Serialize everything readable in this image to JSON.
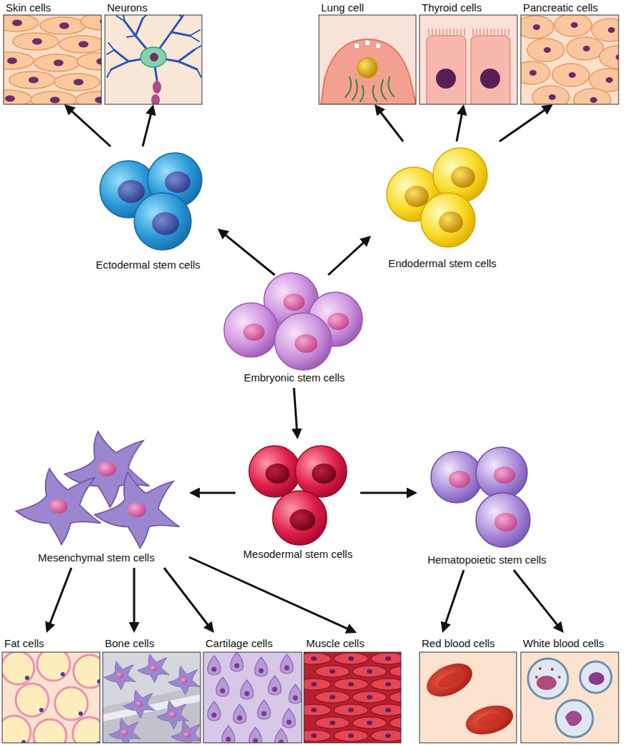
{
  "diagram": {
    "nodes": [
      {
        "text": [
          "Skin cells"
        ]
      },
      {
        "text": [
          "Neurons"
        ]
      },
      {
        "text": [
          "Lung cell"
        ]
      },
      {
        "text": [
          "Thyroid cells"
        ]
      },
      {
        "text": [
          "Pancreatic cells"
        ]
      },
      {
        "text": [
          "Ectodermal stem cells"
        ]
      },
      {
        "text": [
          "Endodermal stem cells"
        ]
      },
      {
        "text": [
          "Embryonic stem cells"
        ]
      },
      {
        "text": [
          "Mesenchymal stem cells"
        ]
      },
      {
        "text": [
          "Mesodermal stem cells"
        ]
      },
      {
        "text": [
          "Hematopoietic stem cells"
        ]
      },
      {
        "text": [
          "Fat cells"
        ]
      },
      {
        "text": [
          "Bone cells"
        ]
      },
      {
        "text": [
          "Cartilage cells"
        ]
      },
      {
        "text": [
          "Muscle cells"
        ]
      },
      {
        "text": [
          "Red blood cells"
        ]
      },
      {
        "text": [
          "White blood cells"
        ]
      }
    ],
    "edges": [
      {
        "from": 7,
        "to": 5,
        "arrow": "to"
      },
      {
        "from": 7,
        "to": 6,
        "arrow": "to"
      },
      {
        "from": 5,
        "to": 0,
        "arrow": "to"
      },
      {
        "from": 5,
        "to": 1,
        "arrow": "to"
      },
      {
        "from": 6,
        "to": 2,
        "arrow": "to"
      },
      {
        "from": 6,
        "to": 3,
        "arrow": "to"
      },
      {
        "from": 6,
        "to": 4,
        "arrow": "to"
      },
      {
        "from": 7,
        "to": 9,
        "arrow": "to"
      },
      {
        "from": 9,
        "to": 8,
        "arrow": "to"
      },
      {
        "from": 9,
        "to": 10,
        "arrow": "to"
      },
      {
        "from": 8,
        "to": 11,
        "arrow": "to"
      },
      {
        "from": 8,
        "to": 12,
        "arrow": "to"
      },
      {
        "from": 8,
        "to": 13,
        "arrow": "to"
      },
      {
        "from": 8,
        "to": 14,
        "arrow": "to"
      },
      {
        "from": 10,
        "to": 15,
        "arrow": "to"
      },
      {
        "from": 10,
        "to": 16,
        "arrow": "to"
      }
    ]
  }
}
